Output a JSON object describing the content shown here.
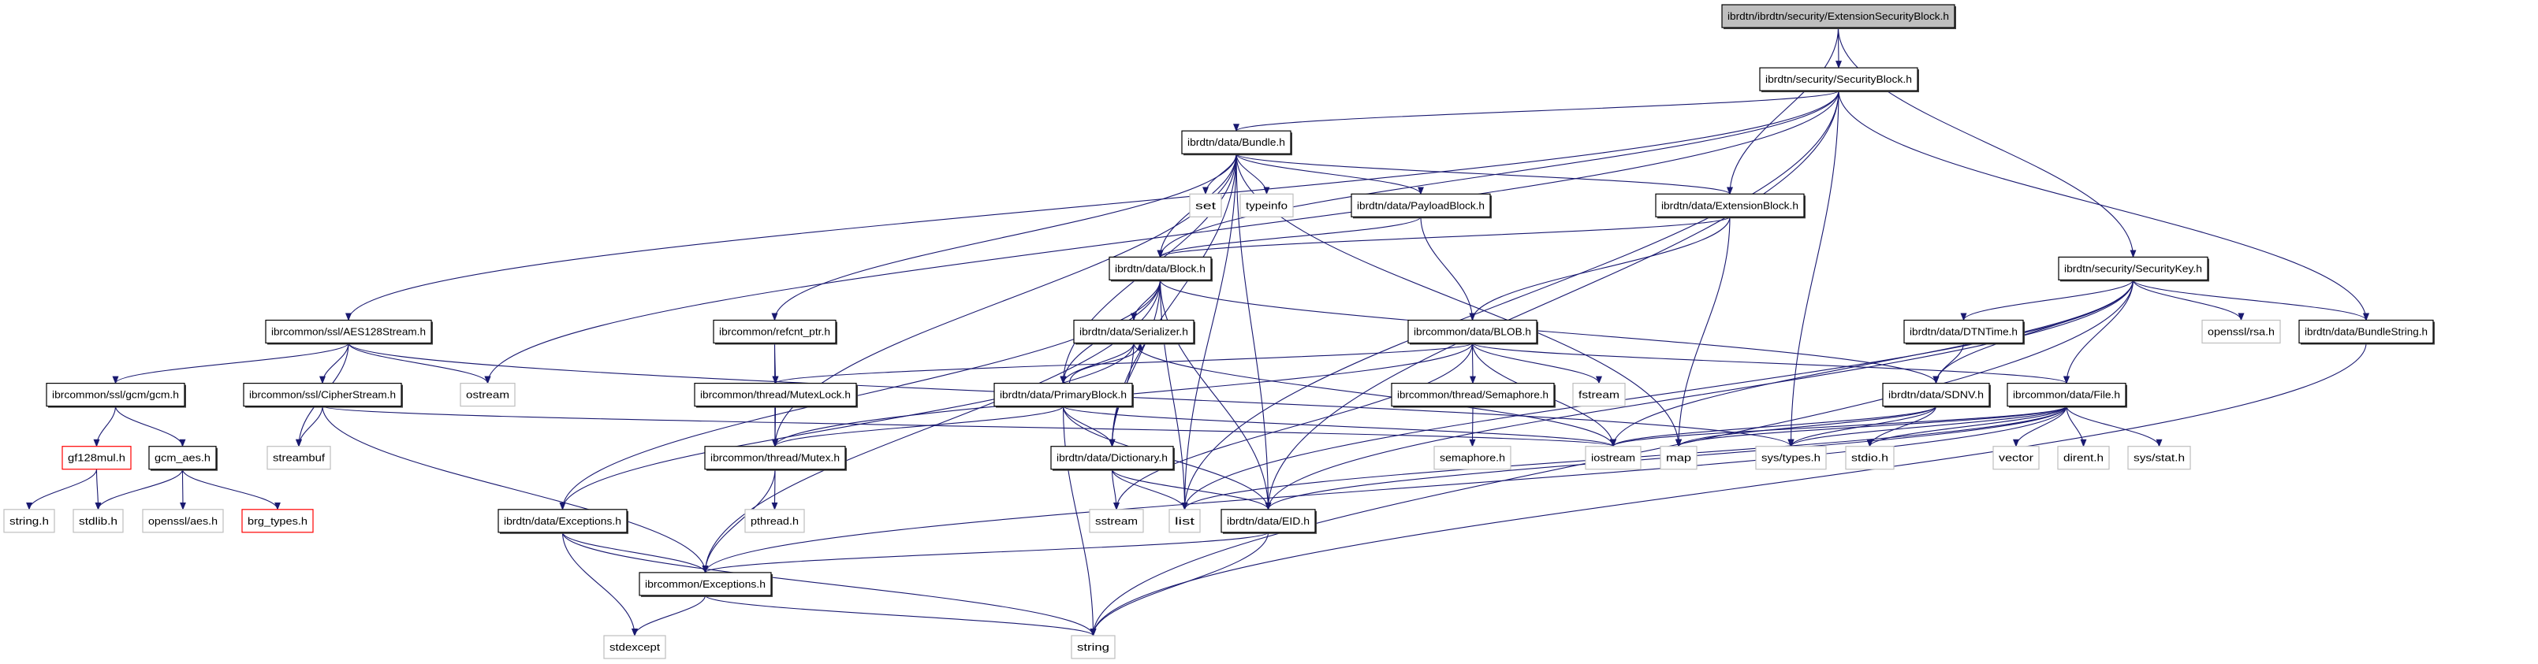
{
  "graph": {
    "edge_color": "#191970",
    "root_fill": "#bfbfbf",
    "missing_border_color": "#ff0000",
    "system_border_color": "#bfbfbf",
    "nodes": [
      {
        "id": "esb",
        "label": "ibrdtn/ibrdtn/security/ExtensionSecurityBlock.h",
        "kind": "root"
      },
      {
        "id": "secblock",
        "label": "ibrdtn/security/SecurityBlock.h",
        "kind": "normal"
      },
      {
        "id": "bundle",
        "label": "ibrdtn/data/Bundle.h",
        "kind": "normal"
      },
      {
        "id": "set",
        "label": "set",
        "kind": "system"
      },
      {
        "id": "typeinfo",
        "label": "typeinfo",
        "kind": "system"
      },
      {
        "id": "payload",
        "label": "ibrdtn/data/PayloadBlock.h",
        "kind": "normal"
      },
      {
        "id": "extblock",
        "label": "ibrdtn/data/ExtensionBlock.h",
        "kind": "normal"
      },
      {
        "id": "block",
        "label": "ibrdtn/data/Block.h",
        "kind": "normal"
      },
      {
        "id": "seckey",
        "label": "ibrdtn/security/SecurityKey.h",
        "kind": "normal"
      },
      {
        "id": "aes",
        "label": "ibrcommon/ssl/AES128Stream.h",
        "kind": "normal"
      },
      {
        "id": "refcnt",
        "label": "ibrcommon/refcnt_ptr.h",
        "kind": "normal"
      },
      {
        "id": "serializer",
        "label": "ibrdtn/data/Serializer.h",
        "kind": "normal"
      },
      {
        "id": "blob",
        "label": "ibrcommon/data/BLOB.h",
        "kind": "normal"
      },
      {
        "id": "dtntime",
        "label": "ibrdtn/data/DTNTime.h",
        "kind": "normal"
      },
      {
        "id": "rsa",
        "label": "openssl/rsa.h",
        "kind": "system"
      },
      {
        "id": "bstring",
        "label": "ibrdtn/data/BundleString.h",
        "kind": "normal"
      },
      {
        "id": "gcm",
        "label": "ibrcommon/ssl/gcm/gcm.h",
        "kind": "normal"
      },
      {
        "id": "cipher",
        "label": "ibrcommon/ssl/CipherStream.h",
        "kind": "normal"
      },
      {
        "id": "ostream",
        "label": "ostream",
        "kind": "system"
      },
      {
        "id": "mutexlock",
        "label": "ibrcommon/thread/MutexLock.h",
        "kind": "normal"
      },
      {
        "id": "primary",
        "label": "ibrdtn/data/PrimaryBlock.h",
        "kind": "normal"
      },
      {
        "id": "semaphore",
        "label": "ibrcommon/thread/Semaphore.h",
        "kind": "normal"
      },
      {
        "id": "fstream",
        "label": "fstream",
        "kind": "system"
      },
      {
        "id": "sdnv",
        "label": "ibrdtn/data/SDNV.h",
        "kind": "normal"
      },
      {
        "id": "file",
        "label": "ibrcommon/data/File.h",
        "kind": "normal"
      },
      {
        "id": "streambuf",
        "label": "streambuf",
        "kind": "system"
      },
      {
        "id": "gf128",
        "label": "gf128mul.h",
        "kind": "missing"
      },
      {
        "id": "gcmaes",
        "label": "gcm_aes.h",
        "kind": "normal"
      },
      {
        "id": "mutex",
        "label": "ibrcommon/thread/Mutex.h",
        "kind": "normal"
      },
      {
        "id": "dict",
        "label": "ibrdtn/data/Dictionary.h",
        "kind": "normal"
      },
      {
        "id": "semh",
        "label": "semaphore.h",
        "kind": "system"
      },
      {
        "id": "iostream",
        "label": "iostream",
        "kind": "system"
      },
      {
        "id": "map",
        "label": "map",
        "kind": "system"
      },
      {
        "id": "systypes",
        "label": "sys/types.h",
        "kind": "system"
      },
      {
        "id": "stdio",
        "label": "stdio.h",
        "kind": "system"
      },
      {
        "id": "vector",
        "label": "vector",
        "kind": "system"
      },
      {
        "id": "dirent",
        "label": "dirent.h",
        "kind": "system"
      },
      {
        "id": "sysstat",
        "label": "sys/stat.h",
        "kind": "system"
      },
      {
        "id": "stringh",
        "label": "string.h",
        "kind": "system"
      },
      {
        "id": "stdlib",
        "label": "stdlib.h",
        "kind": "system"
      },
      {
        "id": "opensslaes",
        "label": "openssl/aes.h",
        "kind": "system"
      },
      {
        "id": "brg",
        "label": "brg_types.h",
        "kind": "missing"
      },
      {
        "id": "dtnexc",
        "label": "ibrdtn/data/Exceptions.h",
        "kind": "normal"
      },
      {
        "id": "pthread",
        "label": "pthread.h",
        "kind": "system"
      },
      {
        "id": "sstream",
        "label": "sstream",
        "kind": "system"
      },
      {
        "id": "list",
        "label": "list",
        "kind": "system"
      },
      {
        "id": "eid",
        "label": "ibrdtn/data/EID.h",
        "kind": "normal"
      },
      {
        "id": "icexc",
        "label": "ibrcommon/Exceptions.h",
        "kind": "normal"
      },
      {
        "id": "stdexcept",
        "label": "stdexcept",
        "kind": "system"
      },
      {
        "id": "string",
        "label": "string",
        "kind": "system"
      }
    ],
    "edges": [
      [
        "esb",
        "secblock"
      ],
      [
        "esb",
        "extblock"
      ],
      [
        "esb",
        "seckey"
      ],
      [
        "secblock",
        "bundle"
      ],
      [
        "secblock",
        "block"
      ],
      [
        "secblock",
        "aes"
      ],
      [
        "secblock",
        "ostream"
      ],
      [
        "secblock",
        "bstring"
      ],
      [
        "secblock",
        "systypes"
      ],
      [
        "secblock",
        "list"
      ],
      [
        "secblock",
        "eid"
      ],
      [
        "bundle",
        "set"
      ],
      [
        "bundle",
        "typeinfo"
      ],
      [
        "bundle",
        "payload"
      ],
      [
        "bundle",
        "extblock"
      ],
      [
        "bundle",
        "block"
      ],
      [
        "bundle",
        "refcnt"
      ],
      [
        "bundle",
        "primary"
      ],
      [
        "bundle",
        "dict"
      ],
      [
        "bundle",
        "eid"
      ],
      [
        "bundle",
        "map"
      ],
      [
        "bundle",
        "list"
      ],
      [
        "bundle",
        "mutex"
      ],
      [
        "payload",
        "block"
      ],
      [
        "payload",
        "blob"
      ],
      [
        "extblock",
        "block"
      ],
      [
        "extblock",
        "blob"
      ],
      [
        "extblock",
        "map"
      ],
      [
        "block",
        "serializer"
      ],
      [
        "block",
        "dtnexc"
      ],
      [
        "block",
        "icexc"
      ],
      [
        "block",
        "list"
      ],
      [
        "block",
        "dict"
      ],
      [
        "block",
        "eid"
      ],
      [
        "block",
        "sdnv"
      ],
      [
        "block",
        "primary"
      ],
      [
        "seckey",
        "dtntime"
      ],
      [
        "seckey",
        "sdnv"
      ],
      [
        "seckey",
        "file"
      ],
      [
        "seckey",
        "rsa"
      ],
      [
        "seckey",
        "bstring"
      ],
      [
        "seckey",
        "iostream"
      ],
      [
        "seckey",
        "string"
      ],
      [
        "seckey",
        "eid"
      ],
      [
        "seckey",
        "list"
      ],
      [
        "aes",
        "gcm"
      ],
      [
        "aes",
        "cipher"
      ],
      [
        "aes",
        "ostream"
      ],
      [
        "aes",
        "streambuf"
      ],
      [
        "aes",
        "systypes"
      ],
      [
        "refcnt",
        "mutexlock"
      ],
      [
        "refcnt",
        "mutex"
      ],
      [
        "serializer",
        "primary"
      ],
      [
        "serializer",
        "dict"
      ],
      [
        "serializer",
        "iostream"
      ],
      [
        "serializer",
        "dtnexc"
      ],
      [
        "blob",
        "mutexlock"
      ],
      [
        "blob",
        "semaphore"
      ],
      [
        "blob",
        "fstream"
      ],
      [
        "blob",
        "iostream"
      ],
      [
        "blob",
        "mutex"
      ],
      [
        "blob",
        "file"
      ],
      [
        "blob",
        "sstream"
      ],
      [
        "dtntime",
        "sdnv"
      ],
      [
        "bstring",
        "string"
      ],
      [
        "gcm",
        "gf128"
      ],
      [
        "gcm",
        "gcmaes"
      ],
      [
        "cipher",
        "streambuf"
      ],
      [
        "cipher",
        "icexc"
      ],
      [
        "cipher",
        "iostream"
      ],
      [
        "mutexlock",
        "mutex"
      ],
      [
        "primary",
        "serializer"
      ],
      [
        "primary",
        "dict"
      ],
      [
        "primary",
        "eid"
      ],
      [
        "primary",
        "mutex"
      ],
      [
        "primary",
        "string"
      ],
      [
        "primary",
        "iostream"
      ],
      [
        "semaphore",
        "semh"
      ],
      [
        "sdnv",
        "iostream"
      ],
      [
        "sdnv",
        "map"
      ],
      [
        "sdnv",
        "systypes"
      ],
      [
        "sdnv",
        "stdio"
      ],
      [
        "file",
        "map"
      ],
      [
        "file",
        "systypes"
      ],
      [
        "file",
        "stdio"
      ],
      [
        "file",
        "vector"
      ],
      [
        "file",
        "dirent"
      ],
      [
        "file",
        "sysstat"
      ],
      [
        "file",
        "list"
      ],
      [
        "file",
        "icexc"
      ],
      [
        "file",
        "iostream"
      ],
      [
        "file",
        "eid"
      ],
      [
        "gf128",
        "stringh"
      ],
      [
        "gf128",
        "stdlib"
      ],
      [
        "gcmaes",
        "stdlib"
      ],
      [
        "gcmaes",
        "opensslaes"
      ],
      [
        "gcmaes",
        "brg"
      ],
      [
        "mutex",
        "pthread"
      ],
      [
        "mutex",
        "icexc"
      ],
      [
        "dict",
        "sstream"
      ],
      [
        "dict",
        "list"
      ],
      [
        "dict",
        "eid"
      ],
      [
        "dtnexc",
        "icexc"
      ],
      [
        "dtnexc",
        "stdexcept"
      ],
      [
        "dtnexc",
        "string"
      ],
      [
        "eid",
        "icexc"
      ],
      [
        "eid",
        "string"
      ],
      [
        "icexc",
        "stdexcept"
      ],
      [
        "icexc",
        "string"
      ]
    ]
  }
}
